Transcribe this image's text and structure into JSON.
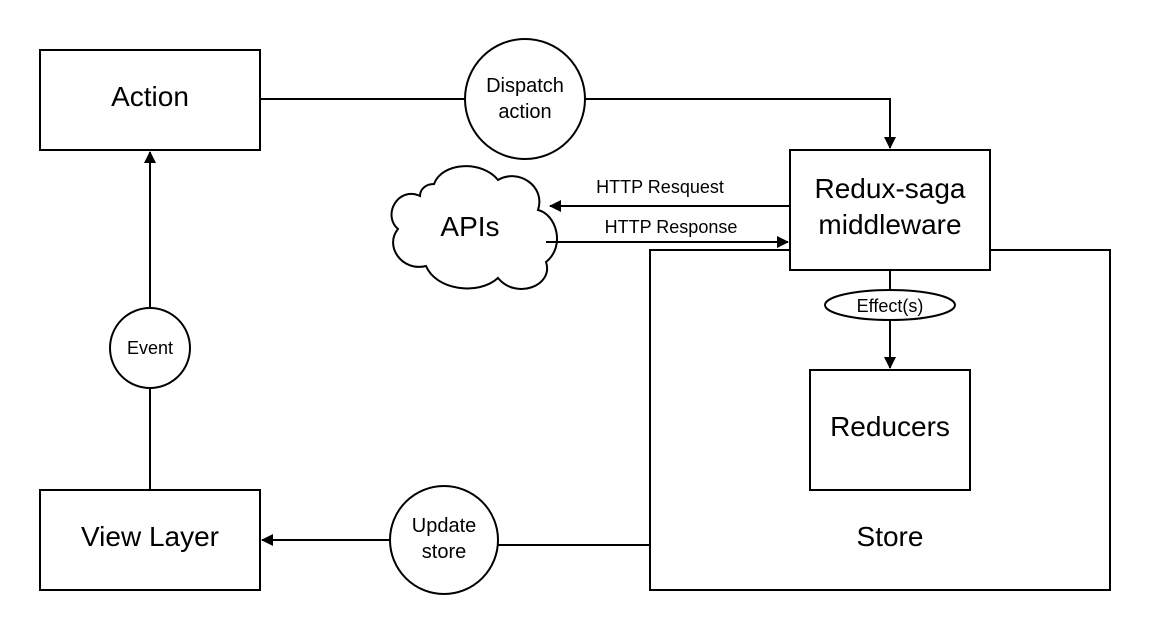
{
  "nodes": {
    "action": "Action",
    "view_layer": "View Layer",
    "middleware_line1": "Redux-saga",
    "middleware_line2": "middleware",
    "reducers": "Reducers",
    "store": "Store",
    "apis": "APIs"
  },
  "connectors": {
    "dispatch_line1": "Dispatch",
    "dispatch_line2": "action",
    "event": "Event",
    "update_line1": "Update",
    "update_line2": "store",
    "effects": "Effect(s)",
    "http_request": "HTTP Resquest",
    "http_response": "HTTP Response"
  }
}
